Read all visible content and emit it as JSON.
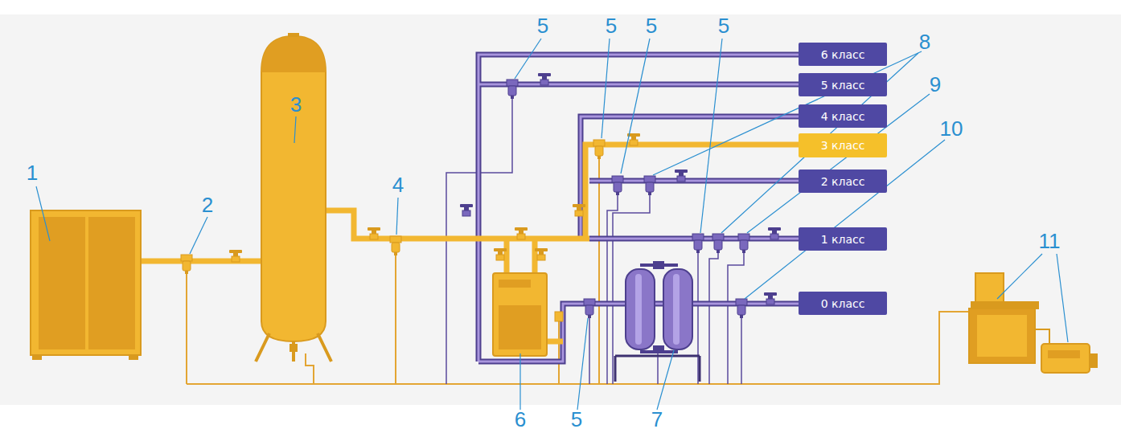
{
  "diagram": {
    "nodes": [
      {
        "text": [
          "6 класс"
        ]
      },
      {
        "text": [
          "5 класс"
        ]
      },
      {
        "text": [
          "4 класс"
        ]
      },
      {
        "text": [
          "3 класс"
        ]
      },
      {
        "text": [
          "2 класс"
        ]
      },
      {
        "text": [
          "1 класс"
        ]
      },
      {
        "text": [
          "0 класс"
        ]
      }
    ],
    "labels": [
      "5",
      "5",
      "5",
      "5",
      "8",
      "9",
      "3",
      "10",
      "1",
      "2",
      "4",
      "11",
      "6",
      "5",
      "7"
    ]
  }
}
